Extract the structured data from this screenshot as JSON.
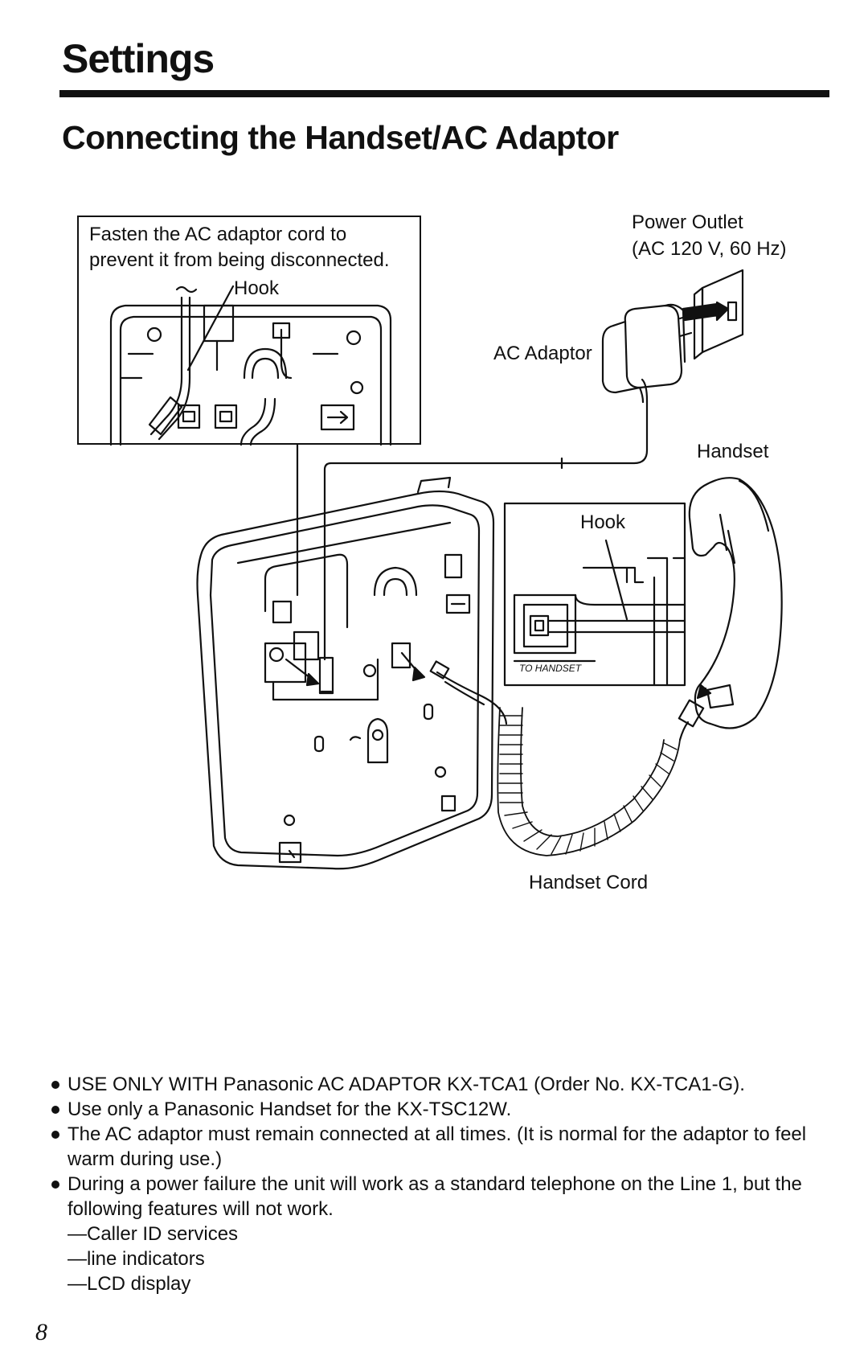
{
  "header": {
    "section_title": "Settings",
    "page_heading": "Connecting the Handset/AC Adaptor"
  },
  "diagram": {
    "callout_text_line1": "Fasten the AC adaptor cord to",
    "callout_text_line2": "prevent it from being disconnected.",
    "callout_hook_label": "Hook",
    "power_outlet_line1": "Power Outlet",
    "power_outlet_line2": "(AC 120 V, 60 Hz)",
    "ac_adaptor_label": "AC Adaptor",
    "handset_label": "Handset",
    "inset_hook_label": "Hook",
    "to_handset_label": "TO HANDSET",
    "handset_cord_label": "Handset Cord"
  },
  "notes": [
    {
      "type": "bullet",
      "text": "USE ONLY WITH Panasonic AC ADAPTOR KX-TCA1 (Order No. KX-TCA1-G)."
    },
    {
      "type": "bullet",
      "text": "Use only a Panasonic Handset for the KX-TSC12W."
    },
    {
      "type": "bullet",
      "text": "The AC adaptor must remain connected at all times. (It is normal for the adaptor to feel warm during use.)"
    },
    {
      "type": "bullet",
      "text": "During a power failure the unit will work as a standard telephone on the Line 1, but the following features will not work."
    },
    {
      "type": "dash",
      "text": "—Caller ID services"
    },
    {
      "type": "dash",
      "text": "—line indicators"
    },
    {
      "type": "dash",
      "text": "—LCD display"
    }
  ],
  "footer": {
    "page_number": "8"
  }
}
